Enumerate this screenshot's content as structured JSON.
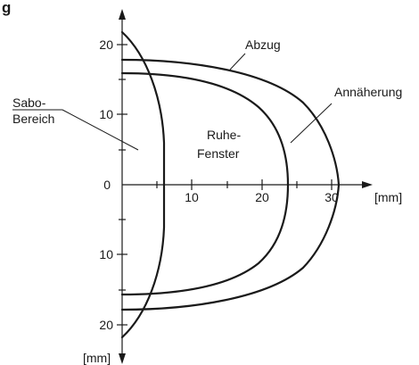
{
  "title_fragment": "g",
  "axes": {
    "x_unit": "[mm]",
    "y_unit": "[mm]",
    "x_ticks": [
      "10",
      "20",
      "30"
    ],
    "y_ticks_upper": [
      "20",
      "10"
    ],
    "origin": "0",
    "y_ticks_lower": [
      "10",
      "20"
    ]
  },
  "labels": {
    "abzug": "Abzug",
    "annaeherung": "Annäherung",
    "sabo_line1": "Sabo-",
    "sabo_line2": "Bereich",
    "ruhe_line1": "Ruhe-",
    "ruhe_line2": "Fenster"
  },
  "curves": [
    "sabo-boundary",
    "annaeherung-curve",
    "abzug-curve"
  ],
  "colors": {
    "ink": "#1a1a1a",
    "background": "#ffffff"
  }
}
